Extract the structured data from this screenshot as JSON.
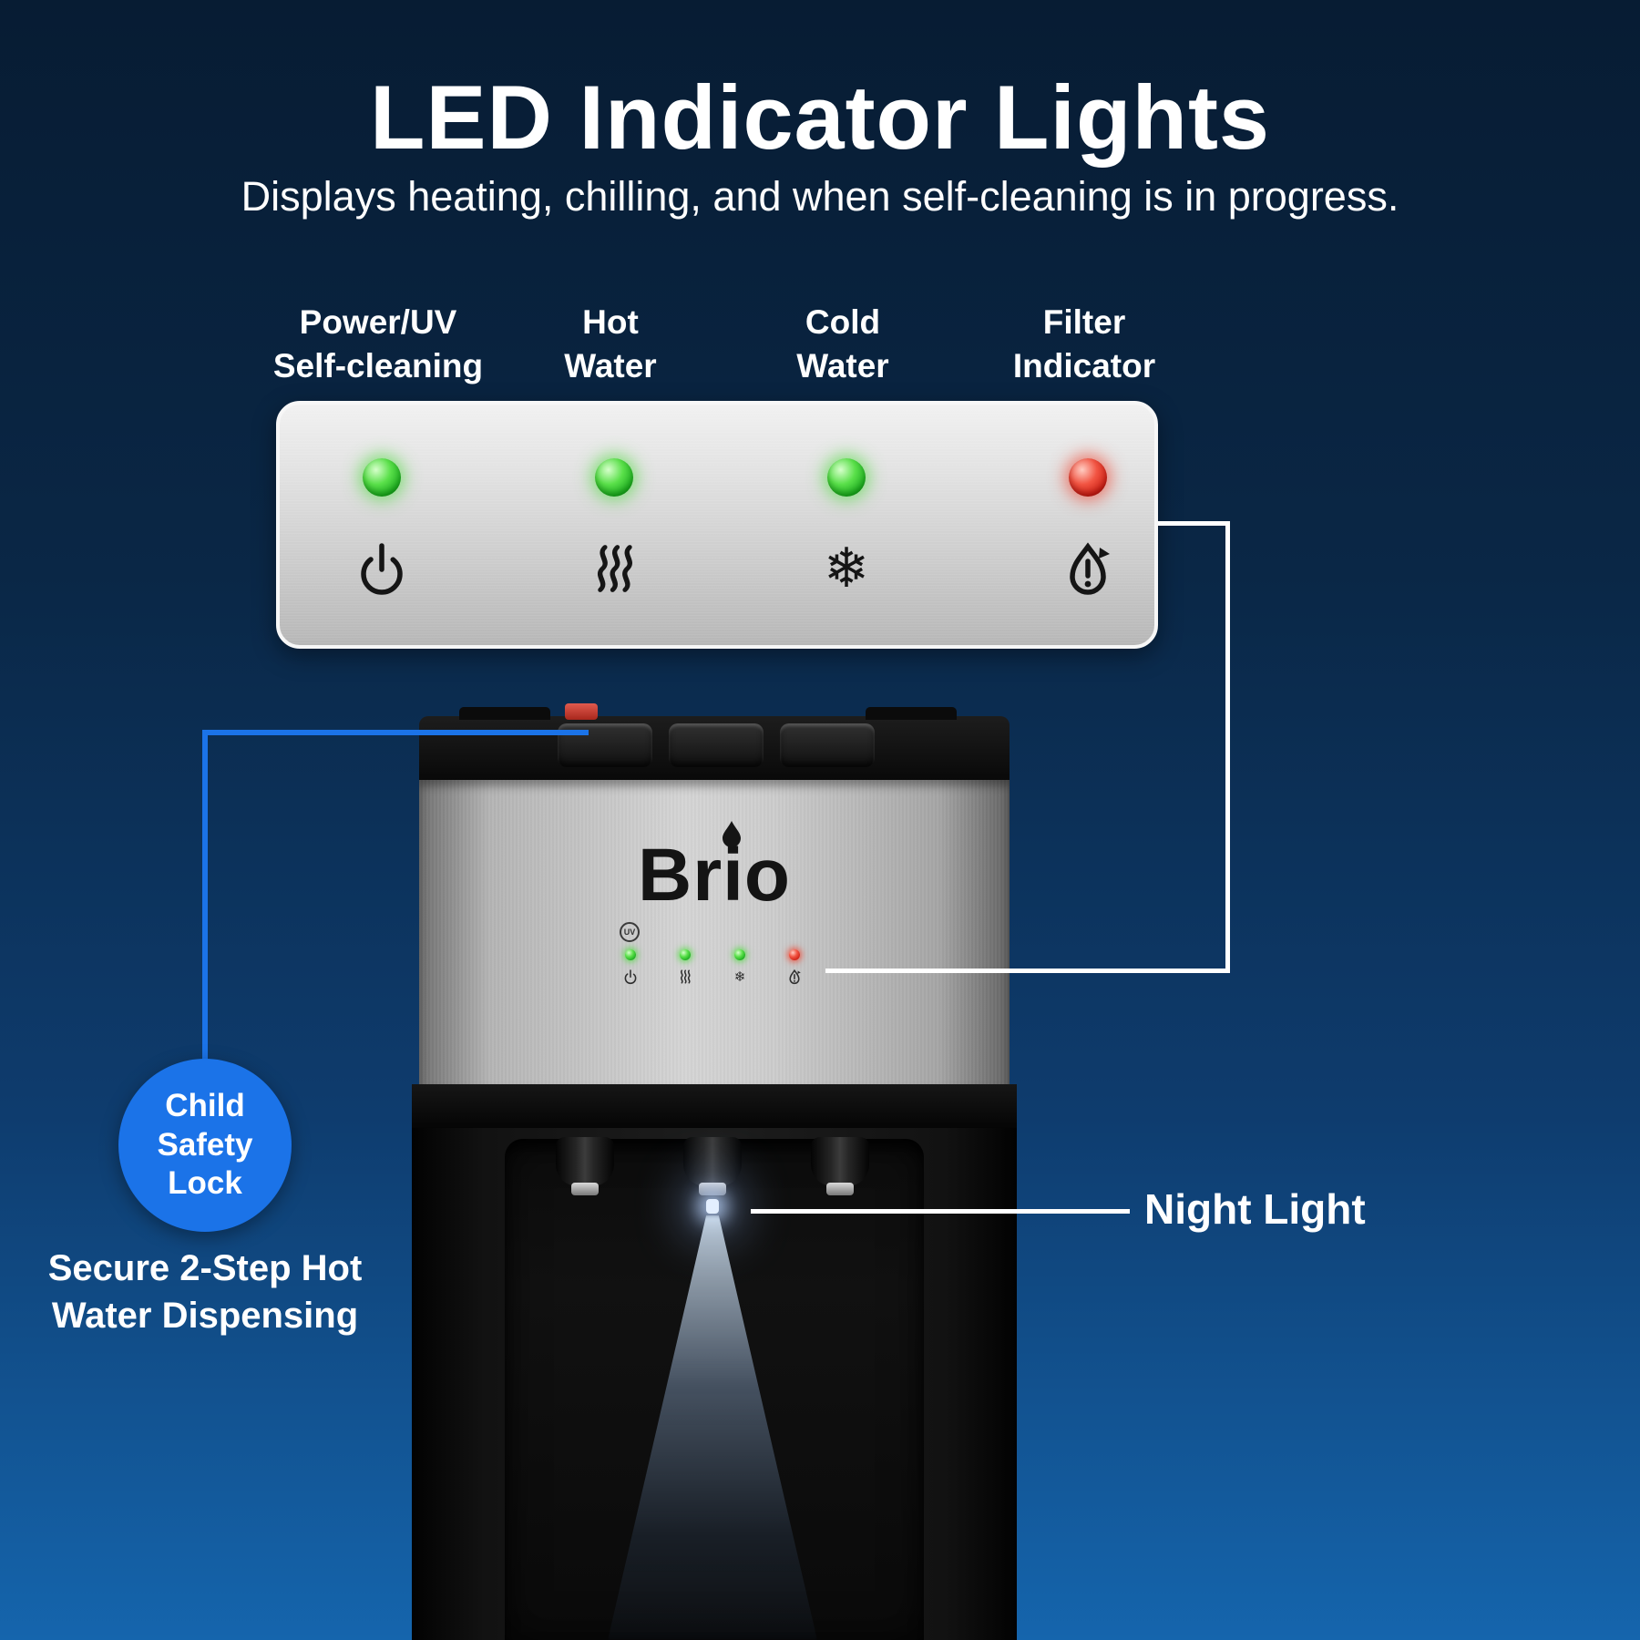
{
  "header": {
    "title": "LED Indicator Lights",
    "subtitle": "Displays heating, chilling, and when self-cleaning is in progress."
  },
  "panel": {
    "columns": [
      {
        "label": "Power/UV\nSelf-cleaning",
        "led": "green",
        "icon": "power-icon"
      },
      {
        "label": "Hot\nWater",
        "led": "green",
        "icon": "heat-waves-icon"
      },
      {
        "label": "Cold\nWater",
        "led": "green",
        "icon": "snowflake-icon"
      },
      {
        "label": "Filter\nIndicator",
        "led": "red",
        "icon": "filter-alert-icon"
      }
    ]
  },
  "device": {
    "brand": "Brio",
    "mini_uv_badge": "UV",
    "mini_leds": [
      "green",
      "green",
      "green",
      "red"
    ]
  },
  "callouts": {
    "child_safety": {
      "circle_label": "Child\nSafety\nLock",
      "caption": "Secure 2-Step Hot\nWater Dispensing"
    },
    "night_light": {
      "label": "Night Light"
    }
  },
  "icons": {
    "snowflake_glyph": "❄"
  },
  "colors": {
    "background_top": "#071C33",
    "background_bottom": "#1565AD",
    "accent_blue": "#1B73E8",
    "led_green": "#3ED23E",
    "led_red": "#E53226",
    "panel_silver": "#D7D7D7",
    "connector_white": "#FFFFFF"
  }
}
